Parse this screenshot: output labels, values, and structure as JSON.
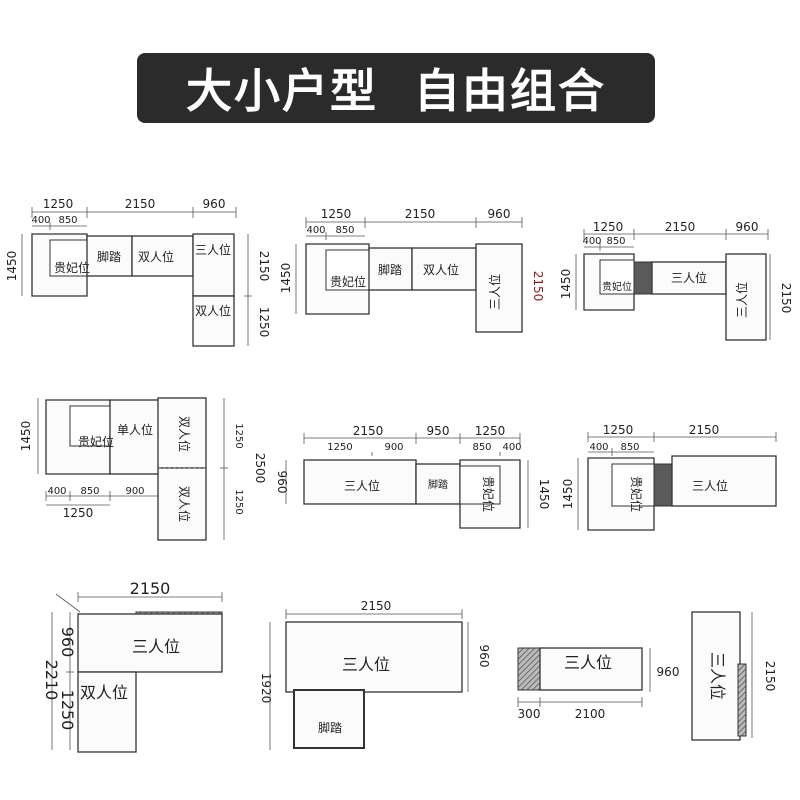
{
  "title": "大小户型  自由组合",
  "colors": {
    "banner_bg": "#2b2b2b",
    "banner_text": "#ffffff",
    "accent_dimension": "#8b1a1a"
  },
  "seat": {
    "guifei": "贵妃位",
    "jiaota": "脚踏",
    "shuangren": "双人位",
    "sanren": "三人位",
    "danren": "单人位"
  },
  "layouts": [
    {
      "id": "L1",
      "dims": {
        "top": [
          "1250",
          "2150",
          "960"
        ],
        "top_sub": [
          "400",
          "850"
        ],
        "left": "1450",
        "right": [
          "2150",
          "1250"
        ]
      }
    },
    {
      "id": "L2",
      "dims": {
        "top": [
          "1250",
          "2150",
          "960"
        ],
        "top_sub": [
          "400",
          "850"
        ],
        "left": "1450",
        "right": "2150"
      }
    },
    {
      "id": "L3",
      "dims": {
        "top": [
          "1250",
          "2150",
          "960"
        ],
        "top_sub": [
          "400",
          "850"
        ],
        "left": "1450",
        "right": "2150"
      }
    },
    {
      "id": "L4",
      "dims": {
        "left": "1450",
        "right": [
          "1250",
          "1250"
        ],
        "right_total": "2500",
        "bottom_sub": [
          "400",
          "850",
          "900"
        ],
        "bottom": "1250"
      }
    },
    {
      "id": "L5",
      "dims": {
        "top": [
          "2150",
          "950",
          "1250"
        ],
        "top_sub": [
          "1250",
          "900",
          "850",
          "400"
        ],
        "left": "960",
        "right": "1450"
      }
    },
    {
      "id": "L6",
      "dims": {
        "top": [
          "1250",
          "2150"
        ],
        "top_sub": [
          "400",
          "850"
        ],
        "left": "1450"
      }
    },
    {
      "id": "L7",
      "dims": {
        "top": "2150",
        "left_total": "2210",
        "left": [
          "960",
          "1250"
        ]
      }
    },
    {
      "id": "L8",
      "dims": {
        "top": "2150",
        "left": "1920",
        "right": "960"
      }
    },
    {
      "id": "L9",
      "dims": {
        "bottom": [
          "300",
          "2100"
        ],
        "right": "960"
      }
    },
    {
      "id": "L10",
      "dims": {
        "right": "2150"
      }
    }
  ]
}
